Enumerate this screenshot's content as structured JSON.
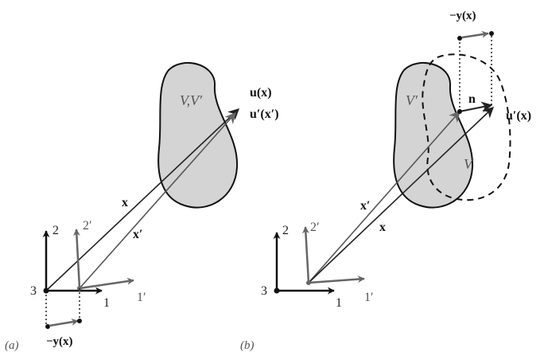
{
  "panel_a": {
    "panel_label": "(a)",
    "region_label": "V,V′",
    "vector_u": "u(x)",
    "vector_u_prime": "u′(x′)",
    "pos_x": "x",
    "pos_x_prime": "x′",
    "shift": "−y(x)",
    "axis_1": "1",
    "axis_2": "2",
    "axis_3": "3",
    "axis_1_prime": "1′",
    "axis_2_prime": "2′"
  },
  "panel_b": {
    "panel_label": "(b)",
    "region_v_prime": "V′",
    "region_v": "V",
    "normal": "n",
    "vector_u_prime": "u′(x)",
    "pos_x": "x",
    "pos_x_prime": "x′",
    "shift": "−y(x)",
    "axis_1": "1",
    "axis_2": "2",
    "axis_3": "3",
    "axis_1_prime": "1′",
    "axis_2_prime": "2′"
  },
  "colors": {
    "black": "#111111",
    "grey": "#666666",
    "fill": "#d4d4d4"
  }
}
